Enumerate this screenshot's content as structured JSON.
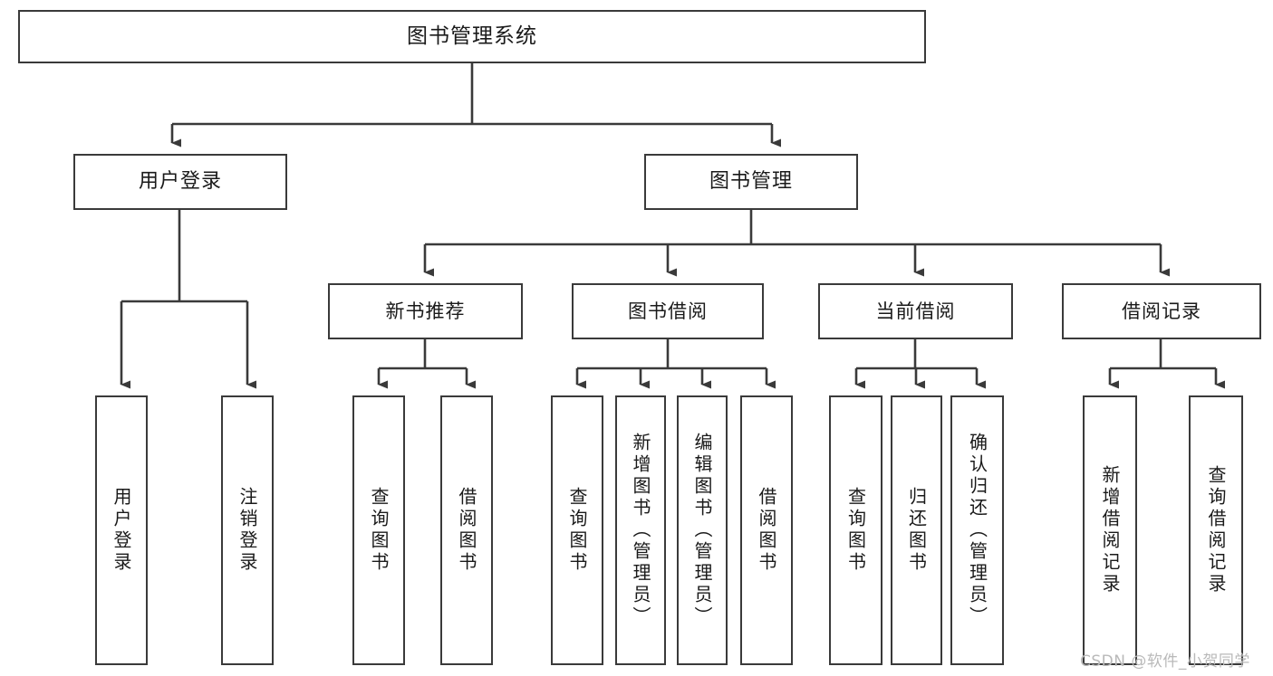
{
  "diagram": {
    "type": "hierarchy-tree",
    "title": "图书管理系统",
    "watermark": "CSDN @软件_小贺同学",
    "colors": {
      "stroke": "#3a3a3a",
      "background": "#ffffff",
      "text": "#1a1a1a",
      "watermark": "#b9b9b9"
    },
    "root": {
      "label": "图书管理系统"
    },
    "level2": [
      {
        "label": "用户登录"
      },
      {
        "label": "图书管理"
      }
    ],
    "level3": [
      {
        "label": "新书推荐"
      },
      {
        "label": "图书借阅"
      },
      {
        "label": "当前借阅"
      },
      {
        "label": "借阅记录"
      }
    ],
    "leaves": {
      "user_login": [
        {
          "label": "用户登录"
        },
        {
          "label": "注销登录"
        }
      ],
      "new_book": [
        {
          "label": "查询图书"
        },
        {
          "label": "借阅图书"
        }
      ],
      "book_borrow": [
        {
          "label": "查询图书"
        },
        {
          "label": "新增图书（管理员）"
        },
        {
          "label": "编辑图书（管理员）"
        },
        {
          "label": "借阅图书"
        }
      ],
      "current_borrow": [
        {
          "label": "查询图书"
        },
        {
          "label": "归还图书"
        },
        {
          "label": "确认归还（管理员）"
        }
      ],
      "borrow_record": [
        {
          "label": "新增借阅记录"
        },
        {
          "label": "查询借阅记录"
        }
      ]
    }
  }
}
